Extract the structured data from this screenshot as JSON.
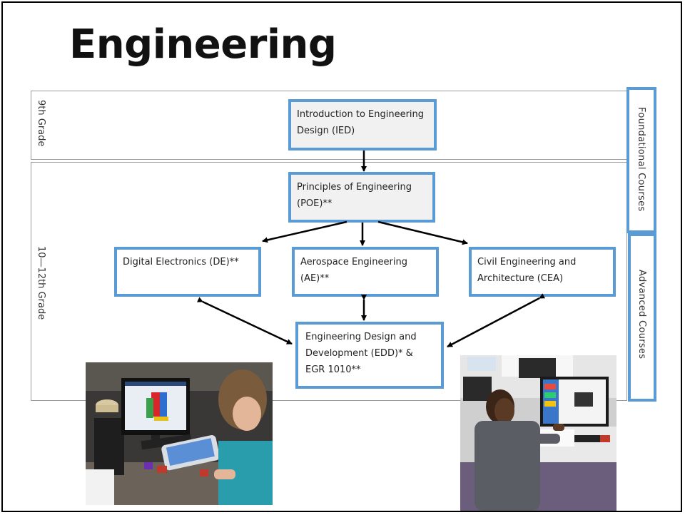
{
  "slide": {
    "title": "Engineering"
  },
  "grades": {
    "ninth": "9th Grade",
    "upper": "10—12th Grade"
  },
  "side_labels": {
    "foundational": "Foundational Courses",
    "advanced": "Advanced  Courses"
  },
  "courses": {
    "ied": [
      "Introduction to Engineering",
      "Design (IED)"
    ],
    "poe": [
      "Principles of Engineering",
      "(POE)**"
    ],
    "de": [
      "Digital Electronics (DE)**"
    ],
    "ae": [
      "Aerospace Engineering",
      "(AE)**"
    ],
    "cea": [
      "Civil Engineering and",
      "Architecture (CEA)"
    ],
    "edd": [
      "Engineering Design and",
      "Development (EDD)* &",
      "EGR 1010**"
    ]
  },
  "colors": {
    "box_border": "#5b9bd5",
    "arrow": "#000000"
  }
}
